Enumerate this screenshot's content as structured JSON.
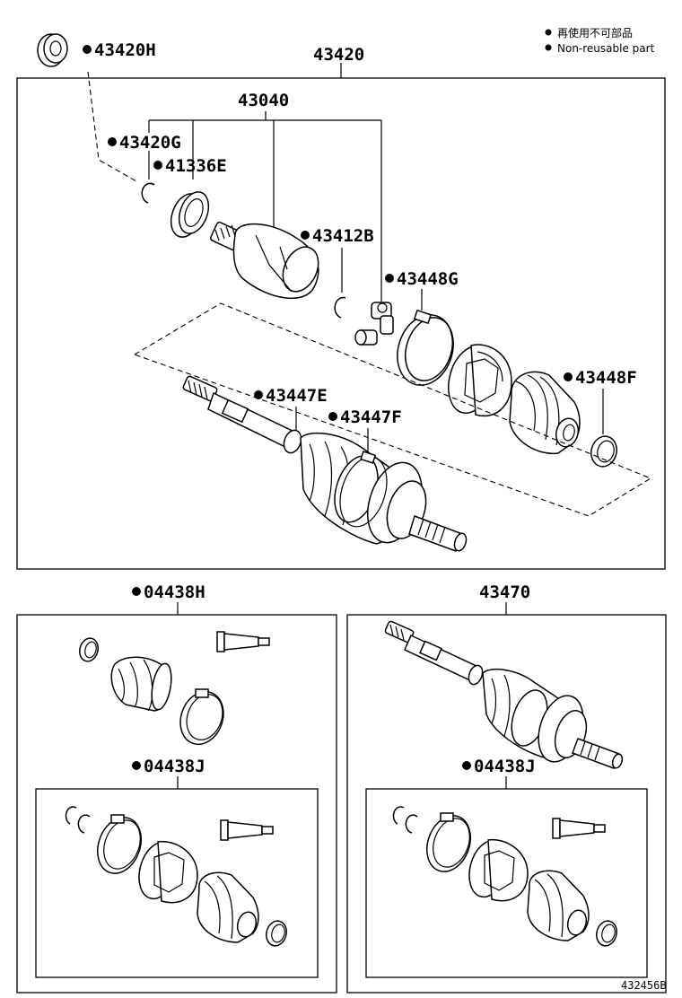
{
  "legend": {
    "line1": "再使用不可部品",
    "line2": "Non-reusable part"
  },
  "labels": {
    "assembly_top": "43420",
    "group": "43040",
    "p43420H": "43420H",
    "p43420G": "43420G",
    "p41336E": "41336E",
    "p43412B": "43412B",
    "p43448G": "43448G",
    "p43448F": "43448F",
    "p43447E": "43447E",
    "p43447F": "43447F",
    "kit04438H": "04438H",
    "assembly_right": "43470",
    "kit04438J_left": "04438J",
    "kit04438J_right": "04438J"
  },
  "footer_code": "432456B"
}
